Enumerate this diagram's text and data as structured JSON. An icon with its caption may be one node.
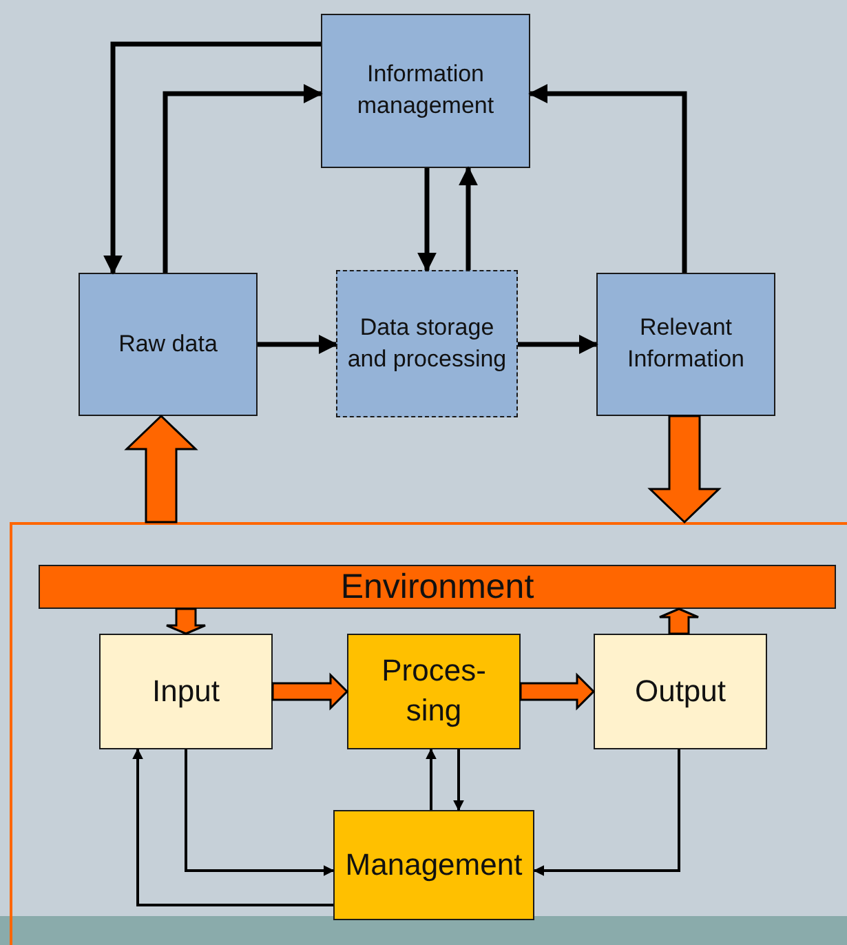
{
  "diagram": {
    "nodes": [
      {
        "text": [
          "Information management"
        ]
      },
      {
        "text": [
          "Raw data"
        ]
      },
      {
        "text": [
          "Data storage and processing"
        ]
      },
      {
        "text": [
          "Relevant Information"
        ]
      },
      {
        "text": [],
        "shape": "box"
      },
      {
        "text": [
          "Environment"
        ],
        "in": 4
      },
      {
        "text": [
          "Input"
        ],
        "in": 4
      },
      {
        "text": [
          "Proces- sing"
        ],
        "in": 4
      },
      {
        "text": [
          "Output"
        ],
        "in": 4
      },
      {
        "text": [
          "Management"
        ],
        "in": 4
      }
    ],
    "edges": [
      {
        "from": 0,
        "to": 1,
        "arrow": "to"
      },
      {
        "from": 1,
        "to": 0,
        "arrow": "to"
      },
      {
        "from": 0,
        "to": 2,
        "arrow": "to"
      },
      {
        "from": 2,
        "to": 0,
        "arrow": "to"
      },
      {
        "from": 1,
        "to": 2,
        "arrow": "to"
      },
      {
        "from": 2,
        "to": 3,
        "arrow": "to"
      },
      {
        "from": 3,
        "to": 0,
        "arrow": "to"
      },
      {
        "from": 4,
        "to": 1,
        "arrow": "to",
        "style": "thick",
        "color": "#ff6600"
      },
      {
        "from": 3,
        "to": 4,
        "arrow": "to",
        "style": "thick",
        "color": "#ff6600"
      },
      {
        "from": 5,
        "to": 6,
        "arrow": "to",
        "style": "thick",
        "color": "#ff6600"
      },
      {
        "from": 8,
        "to": 5,
        "arrow": "to",
        "style": "thick",
        "color": "#ff6600"
      },
      {
        "from": 6,
        "to": 7,
        "arrow": "to",
        "style": "thick",
        "color": "#ff6600"
      },
      {
        "from": 7,
        "to": 8,
        "arrow": "to",
        "style": "thick",
        "color": "#ff6600"
      },
      {
        "from": 6,
        "to": 9,
        "arrow": "to"
      },
      {
        "from": 9,
        "to": 6,
        "arrow": "to"
      },
      {
        "from": 7,
        "to": 9,
        "arrow": "to"
      },
      {
        "from": 9,
        "to": 7,
        "arrow": "to"
      },
      {
        "from": 8,
        "to": 9,
        "arrow": "to"
      }
    ]
  }
}
